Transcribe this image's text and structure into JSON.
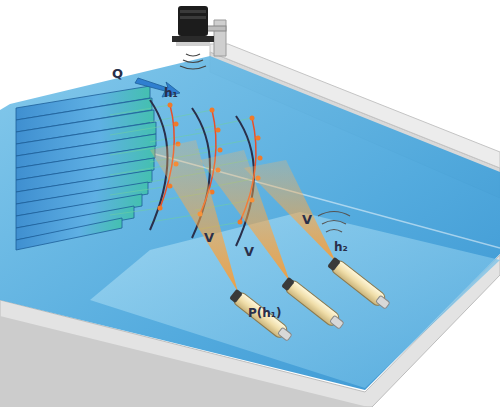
{
  "diagram": {
    "labels": [
      "Q",
      "h₁",
      "V",
      "V",
      "V",
      "h₂",
      "P(h₁)"
    ]
  }
}
